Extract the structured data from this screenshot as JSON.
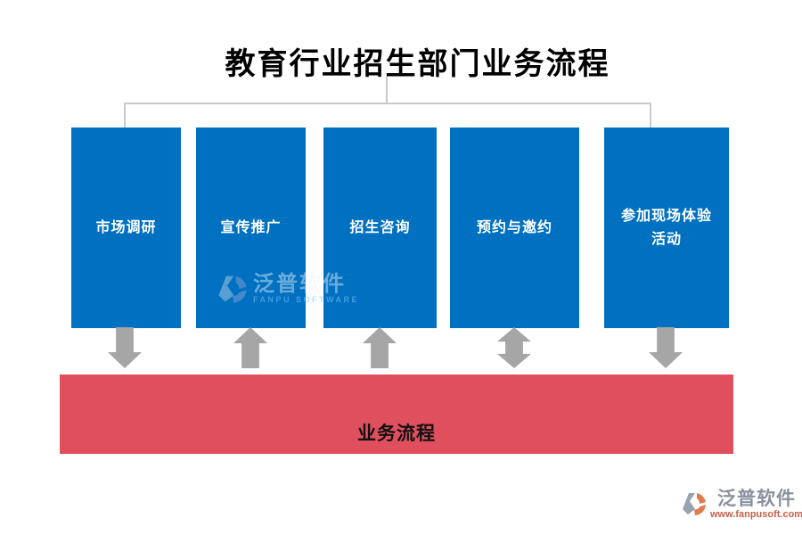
{
  "title": "教育行业招生部门业务流程",
  "boxes": [
    {
      "label": "市场调研",
      "arrow": "down"
    },
    {
      "label": "宣传推广",
      "arrow": "up"
    },
    {
      "label": "招生咨询",
      "arrow": "up"
    },
    {
      "label": "预约与邀约",
      "arrow": "updown"
    },
    {
      "label": "参加现场体验活动",
      "arrow": "down"
    }
  ],
  "bottom_bar": {
    "label": "业务流程"
  },
  "watermark": {
    "name": "泛普软件",
    "subtitle": "FANPU SOFTWARE"
  },
  "footer_logo": {
    "name": "泛普软件",
    "url": "www.fanpusoft.com"
  },
  "colors": {
    "box_blue": "#0070c0",
    "bar_red": "#e04f5e",
    "arrow_gray": "#a6a6a6",
    "connector_gray": "#c9c9c9",
    "logo_orange": "#e07b50",
    "logo_gray": "#8a919e"
  }
}
